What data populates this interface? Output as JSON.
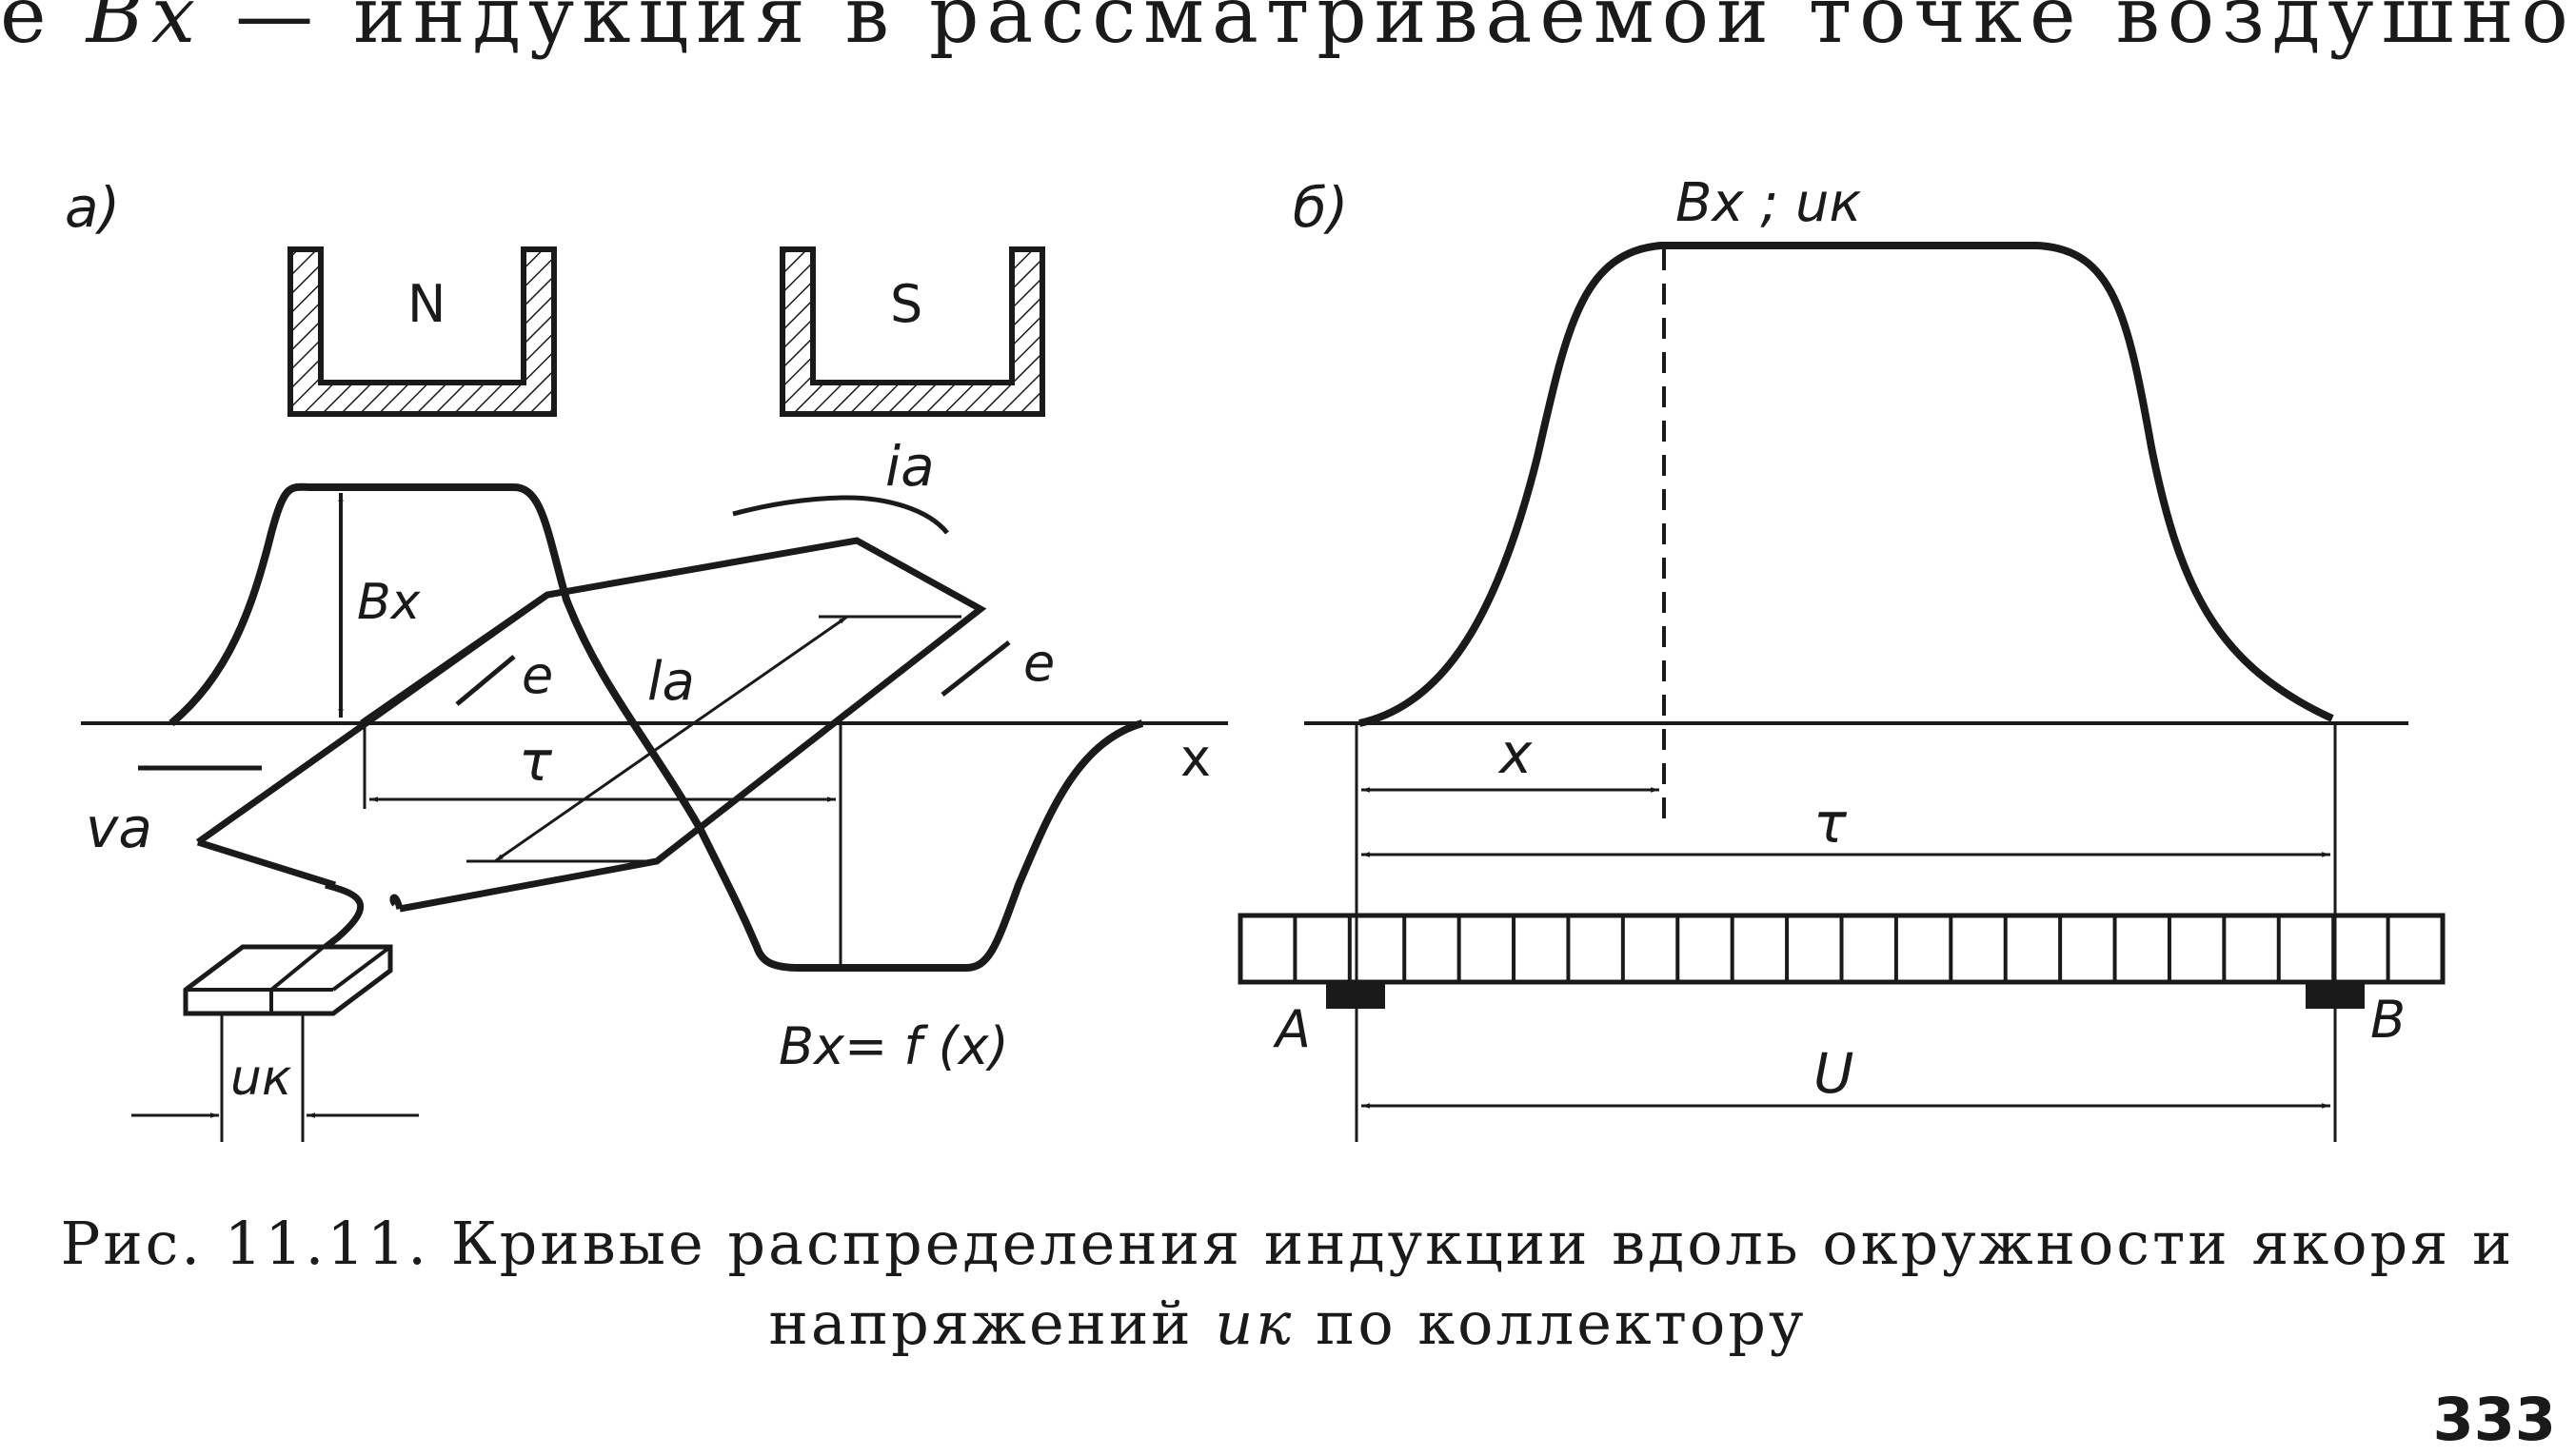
{
  "top_text": {
    "prefix": "е ",
    "symbol": "Bx",
    "rest": " — индукция в рассматриваемой точке воздушного зазора,"
  },
  "figure_a": {
    "panel_label": "а)",
    "pole_north": "N",
    "pole_south": "S",
    "label_bx": "Bx",
    "label_ia": "ia",
    "label_la": "la",
    "label_e1": "e",
    "label_e2": "e",
    "label_tau": "τ",
    "label_x": "x",
    "label_va": "va",
    "label_uk": "uк",
    "label_func": "Bx= f (x)"
  },
  "figure_b": {
    "panel_label": "б)",
    "label_top": "Bx ; uк",
    "label_x": "x",
    "label_tau": "τ",
    "label_a": "A",
    "label_b": "B",
    "label_u": "U",
    "commutator_segments": 22
  },
  "caption": {
    "line1": "Рис. 11.11. Кривые распределения индукции вдоль окружности якоря и",
    "line2_prefix": "напряжений ",
    "line2_symbol": "uк",
    "line2_suffix": " по коллектору"
  },
  "page_number": "333"
}
